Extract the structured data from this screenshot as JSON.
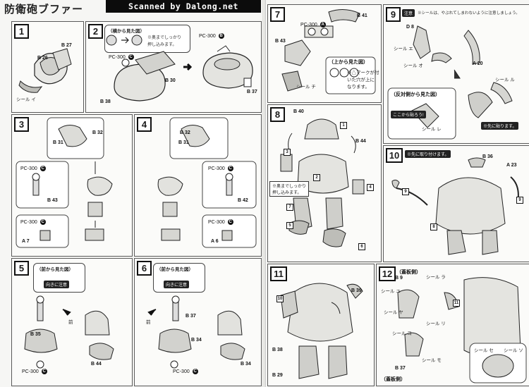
{
  "header": {
    "title": "防衛砲ブファー",
    "scanner": "Scanned by Dalong.net"
  },
  "common": {
    "polycap": "PC-300",
    "letters": {
      "A": "A",
      "B": "B",
      "C": "C"
    }
  },
  "steps": {
    "s1": {
      "num": "1",
      "parts": [
        "B 26",
        "B 27"
      ],
      "seal": "シール",
      "seal_code": "イ"
    },
    "s2": {
      "num": "2",
      "callout_title": "（横から見た図）",
      "callout_note1": "※奥までしっかり",
      "callout_note2": "押し込みます。",
      "parts": [
        "B 30",
        "B 38",
        "B 37"
      ],
      "pc_a": "PC-300",
      "pc_b": "PC-300"
    },
    "s3": {
      "num": "3",
      "parts": [
        "B 32",
        "B 31",
        "B 43"
      ],
      "pc": "PC-300",
      "pc2": "PC-300",
      "a_part": "A 7"
    },
    "s4": {
      "num": "4",
      "parts": [
        "B 32",
        "B 31",
        "B 42"
      ],
      "pc": "PC-300",
      "pc2": "PC-300",
      "a_part": "A 6"
    },
    "s5": {
      "num": "5",
      "callout_title": "（前から見た図）",
      "direction_note": "向きに注意",
      "front": "前",
      "parts": [
        "B 35",
        "B 44"
      ],
      "pc": "PC-300"
    },
    "s6": {
      "num": "6",
      "callout_title": "（前から見た図）",
      "direction_note": "向きに注意",
      "front": "前",
      "parts": [
        "B 37",
        "B 34",
        "B 34"
      ],
      "pc": "PC-300"
    },
    "s7": {
      "num": "7",
      "pc": "PC-300",
      "parts": [
        "B 41",
        "B 43"
      ],
      "seal": "シール",
      "seal_code": "チ",
      "callout_title": "（上から見た図）",
      "callout_note1": "※△マークが付",
      "callout_note2": "いた穴が上に",
      "callout_note3": "なります。"
    },
    "s8": {
      "num": "8",
      "parts": [
        "B 40",
        "B 44"
      ],
      "callout_note1": "※奥までしっかり",
      "callout_note2": "押し込みます。",
      "sub": [
        "1",
        "3",
        "2",
        "4",
        "7",
        "5",
        "6"
      ]
    },
    "s9": {
      "num": "9",
      "warning": "注意",
      "warning_text": "※シールは、やぶれてしまわないように注意しましょう。",
      "parts": [
        "D 8",
        "A 20"
      ],
      "seals": [
        "シール エ",
        "シール オ",
        "シール ル",
        "シール レ"
      ],
      "callout_title": "（反対側から見た図）",
      "here_label": "ここから貼ろう!",
      "fold_note": "※先に貼ります。",
      "seal_right": "シール ル"
    },
    "s10": {
      "num": "10",
      "note": "※先に取り付けます。",
      "parts": [
        "B 36",
        "A 23"
      ],
      "sub": [
        "9",
        "9",
        "8"
      ]
    },
    "s11": {
      "num": "11",
      "parts": [
        "B 39",
        "B 38",
        "B 29"
      ],
      "sub": [
        "10"
      ]
    },
    "s12": {
      "num": "12",
      "callout_title": "（蓋板側）",
      "parts": [
        "B 9",
        "B 37"
      ],
      "seals": [
        "シール ユ",
        "シール ラ",
        "シール ヤ",
        "シール リ",
        "シール ヨ",
        "シール モ",
        "シール セ",
        "シール ソ"
      ],
      "callout_title2": "（蓋板側）",
      "sub": [
        "11"
      ]
    }
  }
}
